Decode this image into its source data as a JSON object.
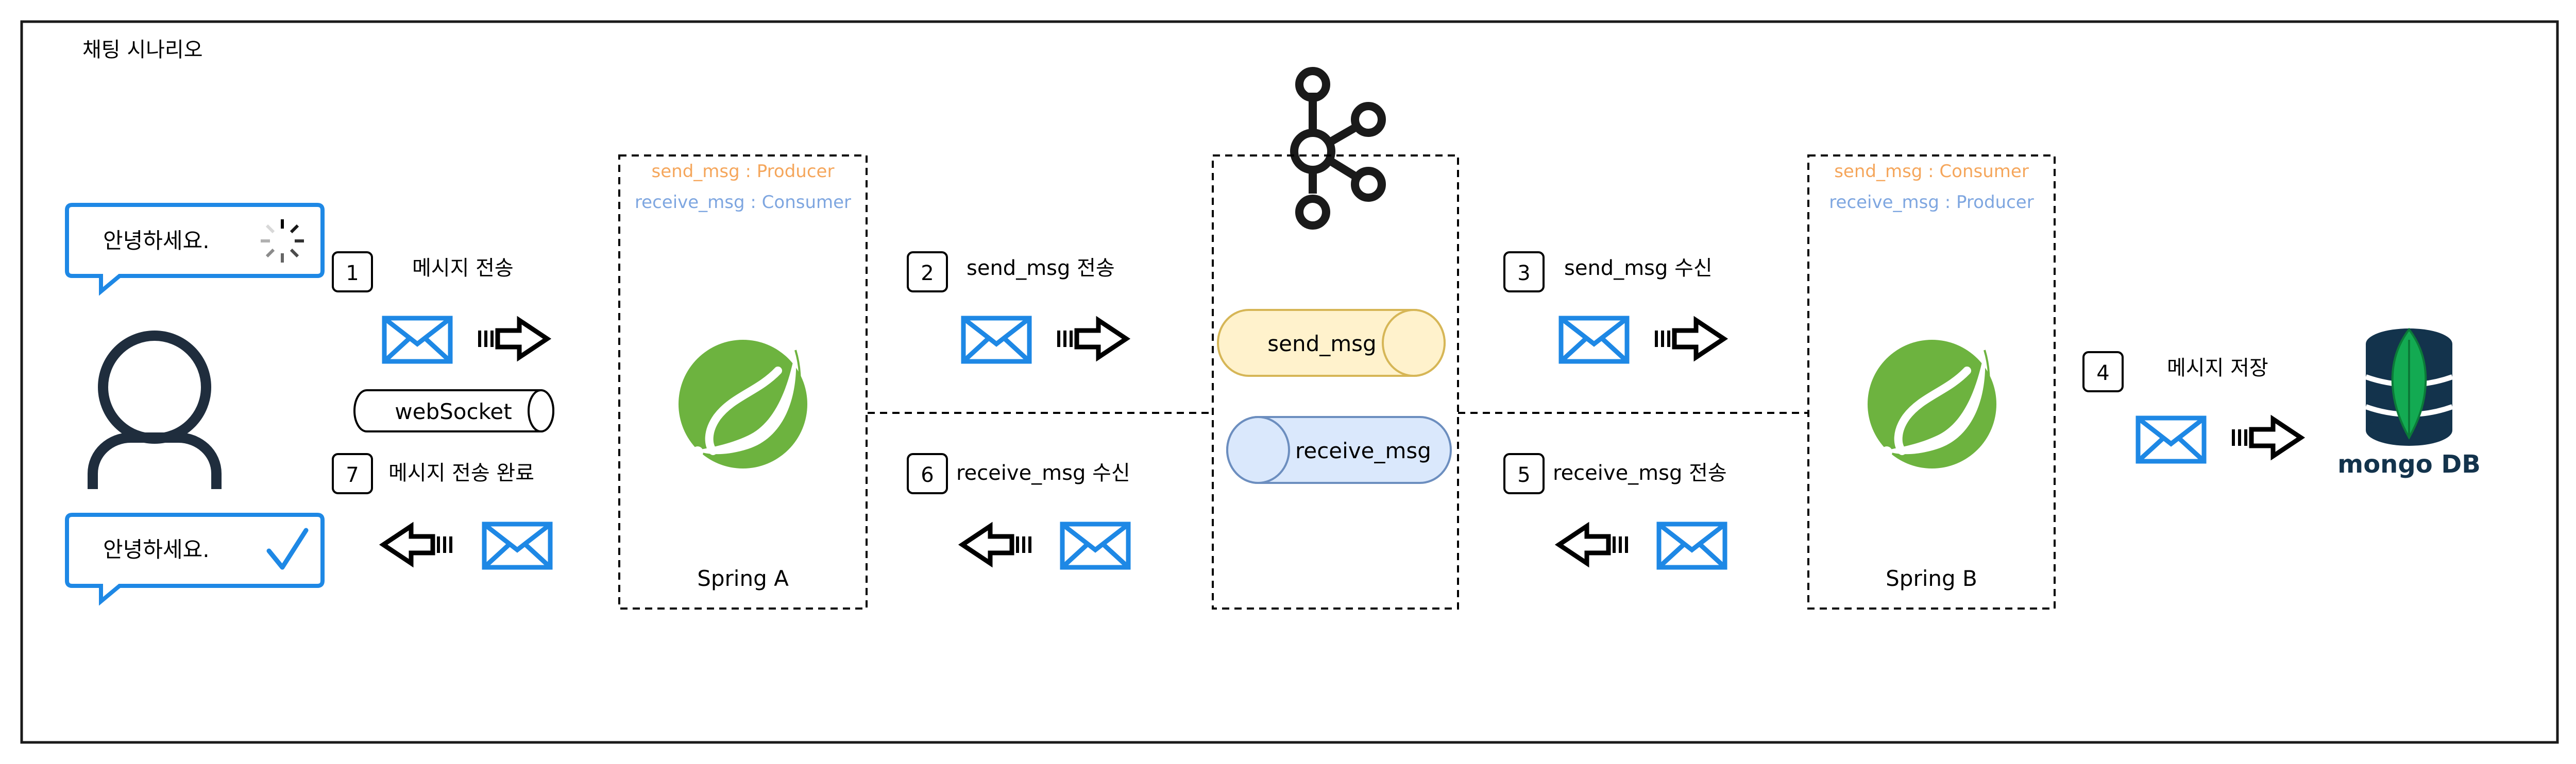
{
  "title": "채팅 시나리오",
  "bubbles": {
    "sending": "안녕하세요.",
    "sent": "안녕하세요."
  },
  "websocket_label": "webSocket",
  "steps": [
    {
      "num": "1",
      "label": "메시지 전송"
    },
    {
      "num": "2",
      "label": "send_msg 전송"
    },
    {
      "num": "3",
      "label": "send_msg 수신"
    },
    {
      "num": "4",
      "label": "메시지 저장"
    },
    {
      "num": "5",
      "label": "receive_msg 전송"
    },
    {
      "num": "6",
      "label": "receive_msg 수신"
    },
    {
      "num": "7",
      "label": "메시지 전송 완료"
    }
  ],
  "spring_a": {
    "name": "Spring A",
    "role_send": "send_msg : Producer",
    "role_receive": "receive_msg : Consumer"
  },
  "spring_b": {
    "name": "Spring B",
    "role_send": "send_msg : Consumer",
    "role_receive": "receive_msg : Producer"
  },
  "topics": {
    "send": "send_msg",
    "receive": "receive_msg"
  },
  "db_label": "mongo DB",
  "colors": {
    "producer_orange": "#f5a65b",
    "consumer_blue": "#7ea6e0",
    "envelope_blue": "#1e88e5",
    "spring_green": "#6db33f",
    "mongo_navy": "#13334c",
    "mongo_leaf": "#13aa52",
    "send_topic_fill": "#fff2cc",
    "send_topic_stroke": "#d6b656",
    "receive_topic_fill": "#dae8fc",
    "receive_topic_stroke": "#6c8ebf"
  },
  "icons": [
    "user-icon",
    "envelope-icon",
    "arrow-icon",
    "spring-leaf-icon",
    "kafka-icon",
    "mongodb-icon",
    "spinner-icon",
    "checkmark-icon"
  ]
}
